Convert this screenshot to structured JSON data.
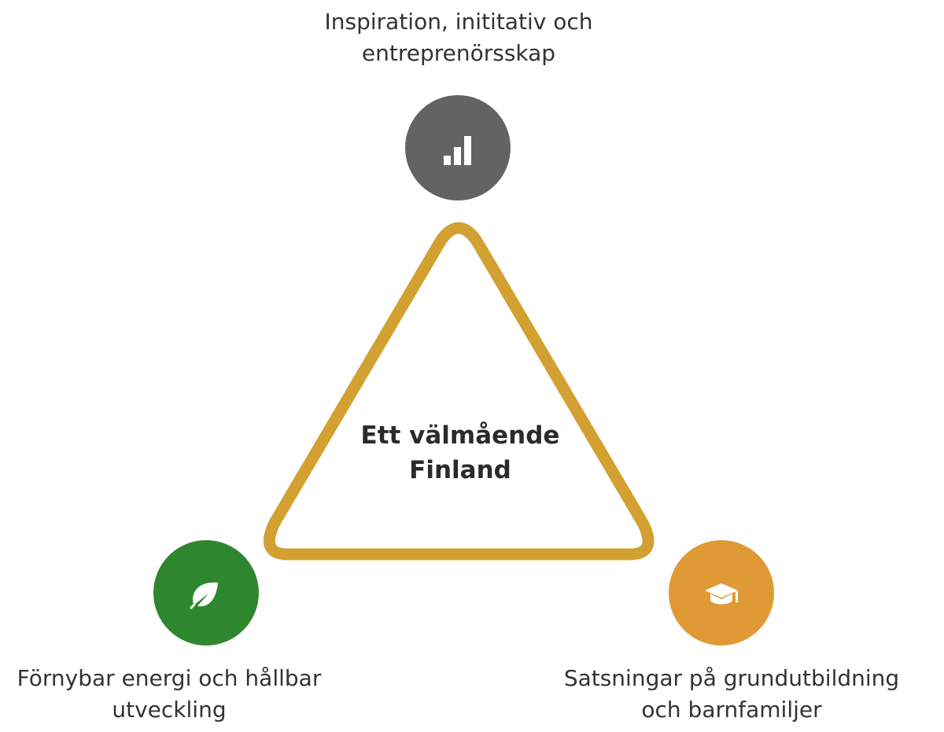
{
  "diagram": {
    "center": {
      "line1": "Ett välmående",
      "line2": "Finland"
    },
    "nodes": {
      "top": {
        "line1": "Inspiration, inititativ och",
        "line2": "entreprenörsskap",
        "icon": "bar-chart-icon",
        "color": "#636363"
      },
      "left": {
        "line1": "Förnybar energi och hållbar",
        "line2": "utveckling",
        "icon": "leaf-icon",
        "color": "#2e862e"
      },
      "right": {
        "line1": "Satsningar på grundutbildning",
        "line2": "och barnfamiljer",
        "icon": "graduation-cap-icon",
        "color": "#e09a35"
      }
    },
    "triangle_color": "#d3a032"
  }
}
